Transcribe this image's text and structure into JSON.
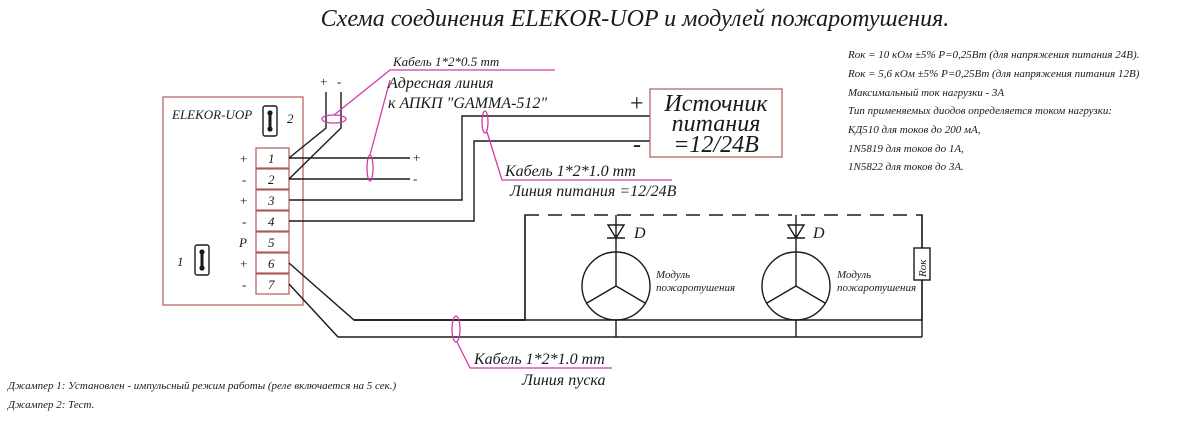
{
  "title": "Схема соединения ELEKOR-UOP и модулей пожаротушения.",
  "device": {
    "name": "ELEKOR-UOP",
    "jumper1_label": "1",
    "jumper2_label": "2",
    "terminals": [
      {
        "num": "1",
        "sign": "+"
      },
      {
        "num": "2",
        "sign": "-"
      },
      {
        "num": "3",
        "sign": "+"
      },
      {
        "num": "4",
        "sign": "-"
      },
      {
        "num": "5",
        "sign": "P"
      },
      {
        "num": "6",
        "sign": "+"
      },
      {
        "num": "7",
        "sign": "-"
      }
    ]
  },
  "address_line": {
    "plus": "+",
    "minus": "-",
    "cable": "Кабель 1*2*0.5 mm",
    "line1": "Адресная линия",
    "line2": "к АПКП \"GAMMA-512\""
  },
  "bus_signs": {
    "plus": "+",
    "minus": "-"
  },
  "power_supply": {
    "line1": "Источник",
    "line2": "питания",
    "line3": "=12/24В",
    "plus": "+",
    "minus": "-"
  },
  "power_cable": {
    "cable": "Кабель 1*2*1.0 mm",
    "line": "Линия питания =12/24В"
  },
  "launch_cable": {
    "cable": "Кабель 1*2*1.0 mm",
    "line": "Линия пуска"
  },
  "modules": [
    {
      "diode": "D",
      "line1": "Модуль",
      "line2": "пожаротушения"
    },
    {
      "diode": "D",
      "line1": "Модуль",
      "line2": "пожаротушения"
    }
  ],
  "resistor_label": "Rок",
  "notes": [
    "Rок = 10 кОм  ±5%  P=0,25Вт (для напряжения питания 24В).",
    "Rок = 5,6 кОм  ±5%  P=0,25Вт (для напряжения питания 12В)",
    "Максимальный ток нагрузки - 3А",
    "Тип  применяемых  диодов  определяется  током  нагрузки:",
    "КД510  для  токов  до  200 мА,",
    "1N5819 для токов до 1А,",
    "1N5822 для токов до 3А."
  ],
  "jumpers": [
    "Джампер 1:  Установлен - импульсный режим работы (реле включается на 5 сек.)",
    "Джампер 2: Тест."
  ]
}
